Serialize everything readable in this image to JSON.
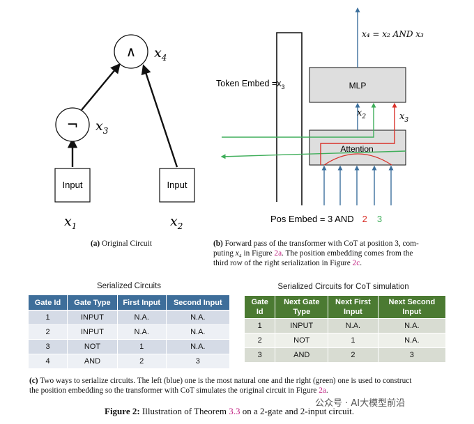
{
  "panel_a": {
    "nodes": {
      "and_symbol": "∧",
      "not_symbol": "¬",
      "input_left": "Input",
      "input_right": "Input"
    },
    "labels": {
      "x4": "x",
      "x4_sub": "4",
      "x3": "x",
      "x3_sub": "3",
      "x1": "x",
      "x1_sub": "1",
      "x2": "x",
      "x2_sub": "2"
    },
    "caption_tag": "(a)",
    "caption_text": "Original Circuit"
  },
  "panel_b": {
    "output_label": "x₄ = x₂ AND x₃",
    "mlp_label": "MLP",
    "attention_label": "Attention",
    "token_embed": "Token Embed =x",
    "token_embed_sub": "3",
    "x2_label": "x",
    "x2_sub": "2",
    "x3_label": "x",
    "x3_sub": "3",
    "pos_embed_prefix": "Pos Embed = 3  AND",
    "pos_embed_red": "2",
    "pos_embed_green": "3",
    "caption_tag": "(b)",
    "caption_text_1": "Forward pass of the transformer with CoT at position 3, com-",
    "caption_text_2a": "puting ",
    "caption_text_2b": "x₄",
    "caption_text_2c": " in Figure ",
    "caption_ref_1": "2a",
    "caption_text_2d": ".  The position embedding comes from the",
    "caption_text_3a": "third row of the right serialization in Figure ",
    "caption_ref_2": "2c",
    "caption_text_3b": "."
  },
  "colors": {
    "red": "#d9322b",
    "green": "#3fae5a",
    "blue": "#3b6f9c",
    "table_blue": "#3e6e9a",
    "table_green": "#4b7a32",
    "ref": "#c02080"
  },
  "table_left": {
    "title": "Serialized Circuits",
    "headers": [
      "Gate Id",
      "Gate Type",
      "First Input",
      "Second Input"
    ],
    "rows": [
      [
        "1",
        "INPUT",
        "N.A.",
        "N.A."
      ],
      [
        "2",
        "INPUT",
        "N.A.",
        "N.A."
      ],
      [
        "3",
        "NOT",
        "1",
        "N.A."
      ],
      [
        "4",
        "AND",
        "2",
        "3"
      ]
    ]
  },
  "table_right": {
    "title": "Serialized Circuits for CoT simulation",
    "headers": [
      "Gate\nId",
      "Next Gate\nType",
      "Next First\nInput",
      "Next Second\nInput"
    ],
    "rows": [
      [
        "1",
        "INPUT",
        "N.A.",
        "N.A."
      ],
      [
        "2",
        "NOT",
        "1",
        "N.A."
      ],
      [
        "3",
        "AND",
        "2",
        "3"
      ]
    ]
  },
  "caption_c": {
    "tag": "(c)",
    "line1": "Two ways to serialize circuits.  The left (blue) one is the most natural one and the right (green) one is used to construct",
    "line2a": "the position embedding so the transformer with CoT simulates the original circuit in Figure ",
    "ref": "2a",
    "line2b": "."
  },
  "figure_caption": {
    "tag": "Figure 2:",
    "text_a": " Illustration of Theorem ",
    "ref": "3.3",
    "text_b": " on a 2-gate and 2-input circuit."
  },
  "watermark": "公众号 · AI大模型前沿"
}
